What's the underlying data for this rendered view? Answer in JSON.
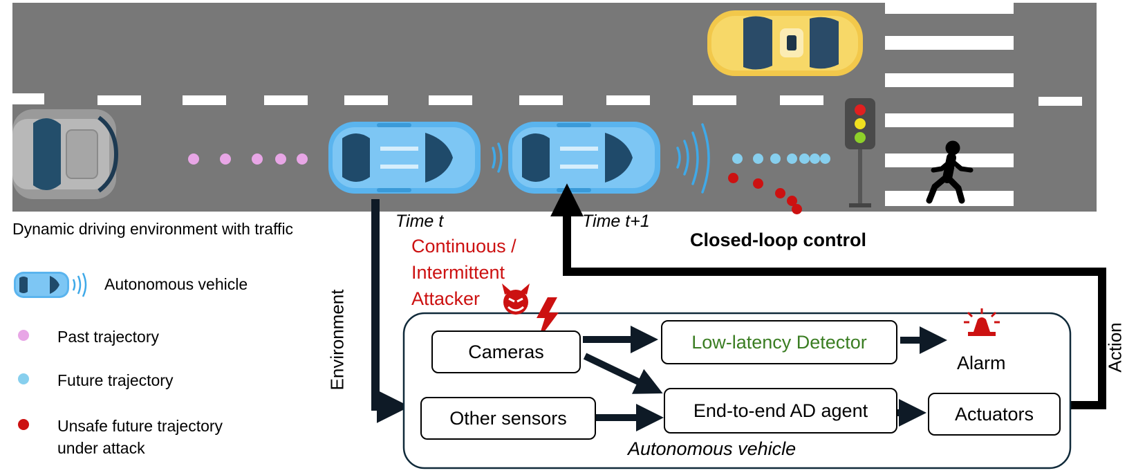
{
  "scene": {
    "caption": "Dynamic driving environment with traffic",
    "time_t": "Time  t",
    "time_t1": "Time t+1",
    "closed_loop": "Closed-loop control"
  },
  "legend": {
    "items": [
      {
        "label": "Autonomous vehicle",
        "icon": "autonomous-vehicle-icon"
      },
      {
        "label": "Past trajectory",
        "color": "#e8a6e6"
      },
      {
        "label": "Future trajectory",
        "color": "#87cfee"
      },
      {
        "label": "Unsafe future trajectory",
        "label2": "under attack",
        "color": "#cc1111"
      }
    ]
  },
  "attacker": {
    "lines": [
      "Continuous /",
      "Intermittent",
      "Attacker"
    ],
    "color": "#cc1111"
  },
  "flow": {
    "environment": "Environment",
    "action": "Action",
    "container_label": "Autonomous vehicle",
    "cameras": "Cameras",
    "other_sensors": "Other sensors",
    "detector": "Low-latency Detector",
    "detector_color": "#3a7d22",
    "ad_agent": "End-to-end AD agent",
    "actuators": "Actuators",
    "alarm": "Alarm"
  },
  "colors": {
    "road": "#787878",
    "av_blue": "#5ab4ee",
    "taxi_yellow": "#f2c84b",
    "grey_car": "#9a9a9a"
  }
}
